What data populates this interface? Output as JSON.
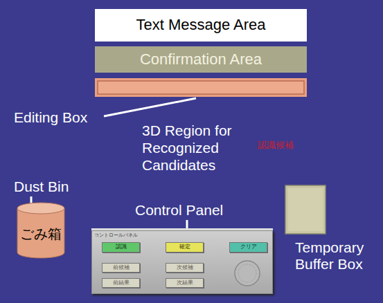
{
  "diagram": {
    "nodes": [
      {
        "text": [
          "Text Message Area"
        ]
      },
      {
        "text": [
          "Confirmation Area"
        ]
      },
      {
        "text": [
          "ごみ箱"
        ]
      },
      {
        "text": [
          "コントロールパネル"
        ]
      },
      {
        "text": [
          "認識"
        ],
        "in": 3
      },
      {
        "text": [
          "確定"
        ],
        "in": 3
      },
      {
        "text": [
          "クリア"
        ],
        "in": 3
      },
      {
        "text": [
          "前候補"
        ],
        "in": 3
      },
      {
        "text": [
          "次候補"
        ],
        "in": 3
      },
      {
        "text": [
          "前結果"
        ],
        "in": 3
      },
      {
        "text": [
          "次結果"
        ],
        "in": 3
      }
    ],
    "labels": [
      "Editing Box",
      "3D Region for Recognized Candidates",
      "認識候補",
      "Dust Bin",
      "Control Panel",
      "Temporary Buffer Box"
    ]
  }
}
